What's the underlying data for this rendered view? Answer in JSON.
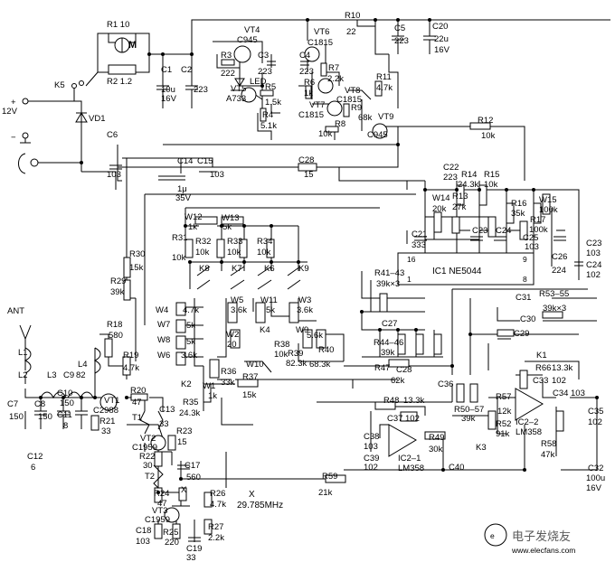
{
  "labels": {
    "r1": "R1 10",
    "m": "M",
    "r2": "R2 1.2",
    "k5": "K5",
    "v12": "12V",
    "plus": "+",
    "minus": "−",
    "vd1": "VD1",
    "c6": "C6",
    "c6v": "103",
    "vt4": "VT4",
    "vt4t": "C945",
    "r3": "R3",
    "r3v": "222",
    "c3": "C3",
    "c3v": "223",
    "c1": "C1",
    "c1v1": "10u",
    "c1v2": "16V",
    "c2": "C2",
    "c2v": "223",
    "vt5": "VT5",
    "vt5t": "A733",
    "led": "LED",
    "r5": "R5",
    "r5v": "1.5k",
    "r4": "R4",
    "r4v": "5.1k",
    "vt6": "VT6",
    "vt6t": "C1815",
    "c4": "C4",
    "c4v": "223",
    "r7": "R7",
    "r7v": "2.2k",
    "r6": "R6",
    "r6v": "1k",
    "vt8": "VT8",
    "vt8t": "C1815",
    "vt7": "VT7",
    "vt7t": "C1815",
    "r9": "R9",
    "r9v": "68k",
    "r8": "R8",
    "r8v": "10k",
    "r10": "R10",
    "r10v": "22",
    "c5": "C5",
    "c5v": "223",
    "c20": "C20",
    "c20v1": "22u",
    "c20v2": "16V",
    "r11": "R11",
    "r11v": "4.7k",
    "vt9": "VT9",
    "vt9t": "C945",
    "r12": "R12",
    "r12v": "10k",
    "c14": "C14",
    "c15": "C15",
    "c15v": "103",
    "c14v1": "1μ",
    "c14v2": "35V",
    "c28": "C28",
    "c28v": "15",
    "c22": "C22",
    "c22v": "223",
    "r14": "R14",
    "r14v": "24.3k",
    "r15": "R15",
    "r15v": "10k",
    "w14": "W14",
    "w14v": "20k",
    "r13": "R13",
    "r13v": "27k",
    "r16": "R16",
    "r16v": "35k",
    "w15": "W15",
    "w15v": "100k",
    "r17": "R17",
    "r17v": "100k",
    "c21": "C21",
    "c21v": "333",
    "c23": "C23",
    "c24": "C24",
    "c25": "C25",
    "c25v": "103",
    "c26": "C26",
    "c26v": "224",
    "c23r": "C23",
    "c23rv": "103",
    "c24r": "C24",
    "c24rv": "102",
    "ic1": "IC1 NE5044",
    "pin16": "16",
    "pin1": "1",
    "pin9": "9",
    "pin8": "8",
    "w12": "W12",
    "w12v": "1k",
    "w13": "W13",
    "w13v": "5k",
    "r31": "R31",
    "r31v": "10k",
    "r32": "R32",
    "r32v": "10k",
    "r33": "R33",
    "r33v": "10k",
    "r34": "R34",
    "r34v": "10k",
    "k8": "K8",
    "k7": "K7",
    "k6": "K6",
    "k9": "K9",
    "r30": "R30",
    "r30v": "15k",
    "r29": "R29",
    "r29v": "39k",
    "r4143": "R41–43",
    "r4143v": "39k×3",
    "c27": "C27",
    "r4446": "R44–46",
    "r4446v": "39k",
    "c31": "C31",
    "r5355": "R53–55",
    "r5355v": "39k×3",
    "c30": "C30",
    "c29": "C29",
    "w4": "W4",
    "w4v": "4.7k",
    "w7": "W7",
    "w7v": "5k",
    "w8": "W8",
    "w8v": "5k",
    "w6": "W6",
    "w6v": "3.6k",
    "w5": "W5",
    "w5v": "3.6k",
    "w11": "W11",
    "w11v": "5k",
    "w3": "W3",
    "w3v": "3.6k",
    "w2": "W2",
    "w2v": "20",
    "k4": "K4",
    "w9": "W9",
    "w9v": "5.6k",
    "r38": "R38",
    "r38v": "10k",
    "r39": "R39",
    "r39v": "82.3k",
    "r40": "R40",
    "r40v": "68.3k",
    "w10": "W10",
    "k1": "K1",
    "r66": "R66",
    "r66v": "13.3k",
    "c33": "C33",
    "c33v": "102",
    "c34": "C34",
    "c34v": "103",
    "ant": "ANT",
    "l1": "L1",
    "l2": "L2",
    "l3": "L3",
    "c9": "C9",
    "c9v": "82",
    "l4": "L4",
    "r18": "R18",
    "r18v": "580",
    "r19": "R19",
    "r19v": "4.7k",
    "r20": "R20",
    "r20v": "47",
    "c7": "C7",
    "c7v": "150",
    "c8": "C8",
    "c8v": "150",
    "c10": "C10",
    "c10v": "150",
    "c11": "C11",
    "c11v": "8",
    "vt1": "VT1",
    "vt1t": "C2988",
    "r21": "R21",
    "r21v": "33",
    "t1": "T1",
    "c13": "C13",
    "c13v": "33",
    "k2": "K2",
    "w1": "W1",
    "w1v": "1k",
    "r35": "R35",
    "r35v": "24.3k",
    "r36": "R36",
    "r36v": "33k",
    "r37": "R37",
    "r37v": "15k",
    "r47": "R47",
    "r47v": "62k",
    "c28b": "C28",
    "c36": "C36",
    "r48": "R48",
    "r48v": "13.3k",
    "r5057": "R50–57",
    "r5057v": "39k",
    "r57": "R57",
    "r57v": "12k",
    "r52": "R52",
    "r52v": "91k",
    "k3": "K3",
    "ic22": "IC2‒2",
    "ic22t": "LM358",
    "c35": "C35",
    "c35v": "102",
    "c37": "C37",
    "c37v": "102",
    "c38": "C38",
    "c38v": "103",
    "c39": "C39",
    "c39v": "102",
    "ic21": "IC2‒1",
    "ic21t": "LM358",
    "r49": "R49",
    "r49v": "30k",
    "c40": "C40",
    "r58": "R58",
    "r58v": "47k",
    "c32": "C32",
    "c32v1": "100u",
    "c32v2": "16V",
    "c12": "C12",
    "c12v": "6",
    "vt2": "VT2",
    "vt2t": "C1959",
    "r23": "R23",
    "r23v": "15",
    "r22": "R22",
    "r22v": "30",
    "c17": "C17",
    "c17v": "560",
    "t2": "T2",
    "r24": "R24",
    "r24v": "47",
    "x": "X",
    "r26": "R26",
    "r26v": "4.7k",
    "xlabel": "X",
    "xfreq": "29.785MHz",
    "r59": "R59",
    "r59v": "21k",
    "vt3": "VT3",
    "vt3t": "C1959",
    "c18": "C18",
    "c18v": "103",
    "r25": "R25",
    "r25v": "220",
    "r27": "R27",
    "r27v": "2.2k",
    "c19": "C19",
    "c19v": "33",
    "watermark": "电子发烧友",
    "watermark2": "www.elecfans.com"
  }
}
